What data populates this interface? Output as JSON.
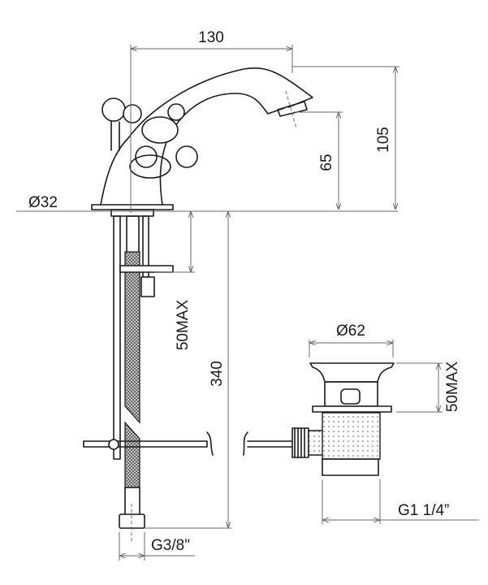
{
  "dimensions": {
    "spout_reach": "130",
    "total_height": "105",
    "spout_height": "65",
    "base_diameter": "Ø32",
    "deck_thickness_max": "50MAX",
    "hose_length": "340",
    "hose_thread": "G3/8\"",
    "drain_diameter": "Ø62",
    "drain_thickness_max": "50MAX",
    "drain_thread": "G1 1/4”"
  },
  "colors": {
    "line": "#1a1a1a",
    "dimension": "#6a6a6a"
  }
}
